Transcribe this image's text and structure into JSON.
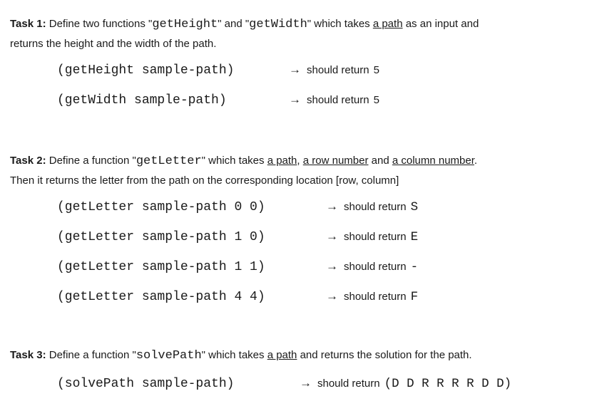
{
  "document": {
    "arrow": "→",
    "return_label": "should return"
  },
  "task1": {
    "label": "Task 1:",
    "seg_intro": " Define two functions \"",
    "fn1": "getHeight",
    "seg_and": "\" and \"",
    "fn2": "getWidth",
    "seg_takes": "\" which takes ",
    "underline_path": "a path",
    "seg_line1_end": " as an input and",
    "seg_line2": "returns the height and the width of the path.",
    "examples": [
      {
        "code": "(getHeight sample-path)",
        "value": "5"
      },
      {
        "code": "(getWidth sample-path)",
        "value": "5"
      }
    ]
  },
  "task2": {
    "label": "Task 2:",
    "seg_intro": " Define a function \"",
    "fn1": "getLetter",
    "seg_takes": "\" which takes ",
    "underline_path": "a path",
    "seg_comma": ", ",
    "underline_row": "a row number",
    "seg_and": " and ",
    "underline_col": "a column number",
    "seg_period": ".",
    "seg_line2": "Then it returns the letter from the path on the corresponding location [row, column]",
    "examples": [
      {
        "code": "(getLetter sample-path 0 0)",
        "value": "S"
      },
      {
        "code": "(getLetter sample-path 1 0)",
        "value": "E"
      },
      {
        "code": "(getLetter sample-path 1 1)",
        "value": "-"
      },
      {
        "code": "(getLetter sample-path 4 4)",
        "value": "F"
      }
    ]
  },
  "task3": {
    "label": "Task 3:",
    "seg_intro": " Define a function \"",
    "fn1": "solvePath",
    "seg_takes": "\" which takes ",
    "underline_path": "a path",
    "seg_rest": " and returns the solution for the path.",
    "examples": [
      {
        "code": "(solvePath sample-path)",
        "value": "(D D R R R R D D)"
      }
    ]
  }
}
